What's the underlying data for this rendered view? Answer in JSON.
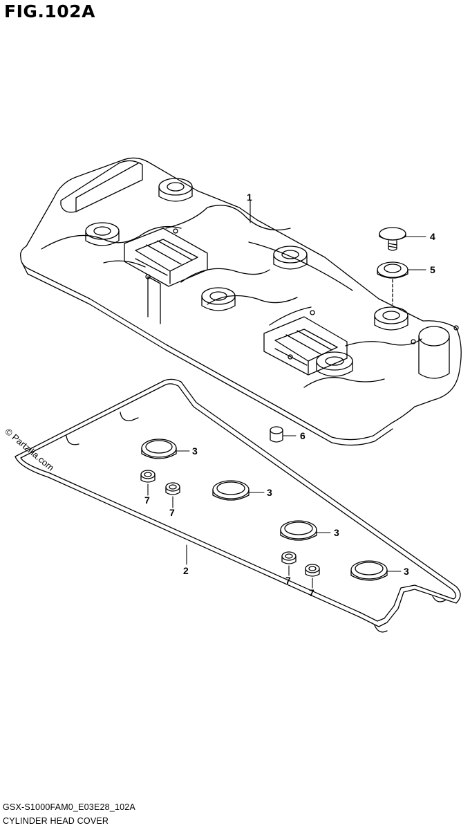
{
  "figure": {
    "title": "FIG.102A",
    "code": "GSX-S1000FAM0_E03E28_102A",
    "caption": "CYLINDER HEAD COVER",
    "watermark": "© Partzilla.com"
  },
  "callouts": {
    "c1": "1",
    "c2": "2",
    "c3a": "3",
    "c3b": "3",
    "c3c": "3",
    "c3d": "3",
    "c4": "4",
    "c5": "5",
    "c6": "6",
    "c7a": "7",
    "c7b": "7",
    "c7c": "7",
    "c7d": "7"
  }
}
